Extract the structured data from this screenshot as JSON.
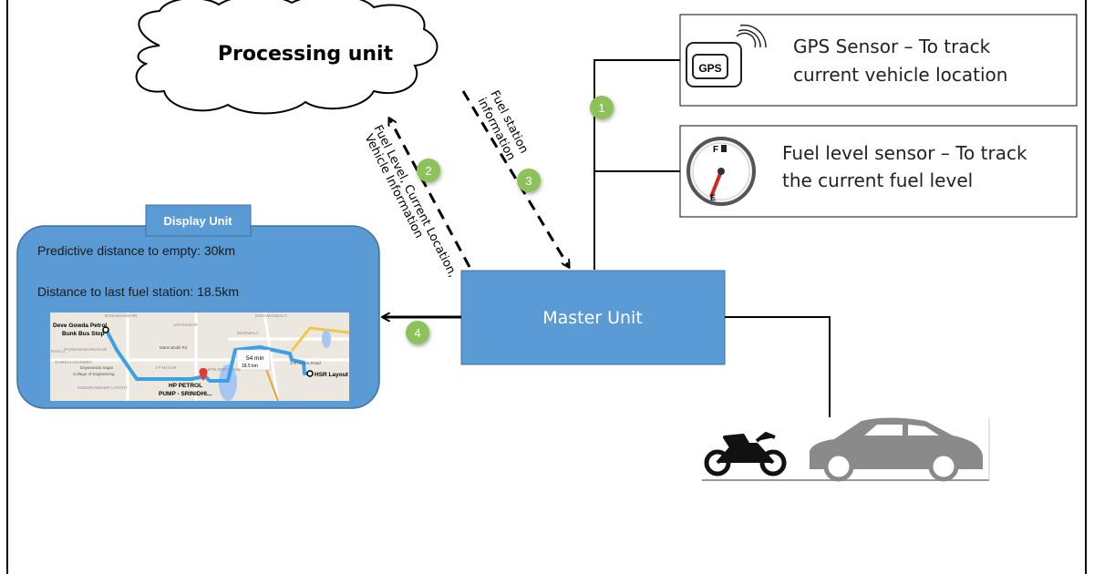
{
  "processing_unit": {
    "label": "Processing unit"
  },
  "gps_sensor": {
    "line1": "GPS Sensor – To track",
    "line2": "current vehicle location",
    "icon_text": "GPS",
    "icon": "gps-device-icon"
  },
  "fuel_sensor": {
    "line1": "Fuel level sensor – To track",
    "line2": "the current fuel level",
    "icon": "fuel-gauge-icon",
    "gauge_full": "F",
    "gauge_empty": "E"
  },
  "master_unit": {
    "label": "Master Unit"
  },
  "display_unit": {
    "title": "Display Unit",
    "line1": "Predictive distance to empty: 30km",
    "line2": "Distance to last fuel station: 18.5km",
    "map": {
      "start": "Deve Gowda Petrol",
      "start2": "Bunk Bus Stop",
      "dest": "HSR Layout",
      "station": "HP PETROL",
      "station2": "PUMP - SRINIDHI...",
      "duration": "54 min",
      "distance": "18.5 km",
      "places": [
        "BANASHANKARI",
        "JAYANAGAR",
        "KORAMANGALA",
        "MADIWALA",
        "PADMANABHANAGAR",
        "CHIKKALASANDRA",
        "J P NAGAR",
        "BTM 2ND STAGE",
        "KUMARASWAMY LAYOUT",
        "Marenahalli Rd",
        "Dayananda Sagar",
        "College of Engineering",
        "17th Cross Road",
        "EHALLI"
      ]
    }
  },
  "arrows": {
    "step1": "1",
    "step2": "2",
    "step3": "3",
    "step4": "4",
    "label2_line1": "Fuel Level, Current Location,",
    "label2_line2": "Vehicle Information",
    "label3_line1": "Fuel station",
    "label3_line2": "information"
  },
  "vehicles": {
    "icons": [
      "motorcycle-icon",
      "car-icon"
    ]
  },
  "colors": {
    "unit_blue": "#5b9bd5",
    "step_green": "#8dc15a",
    "route_blue": "#3aa0e8"
  }
}
